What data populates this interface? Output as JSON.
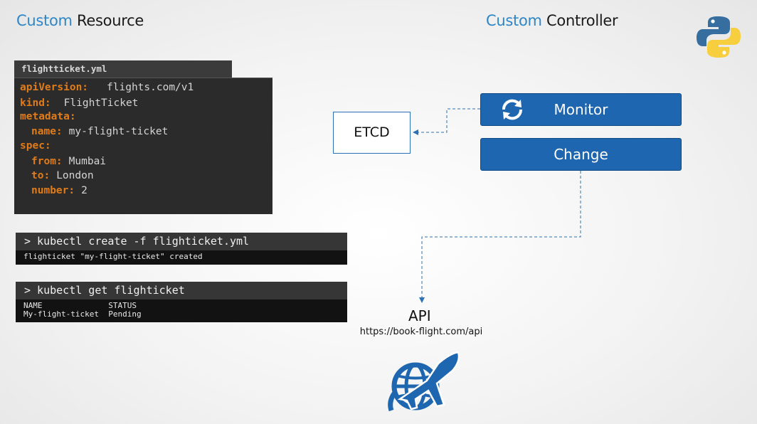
{
  "titles": {
    "left_accent": "Custom",
    "left_rest": "Resource",
    "right_accent": "Custom",
    "right_rest": "Controller"
  },
  "file": {
    "name": "flightticket.yml",
    "lines": [
      {
        "key": "apiVersion:",
        "value": "flights.com/v1"
      },
      {
        "key": "kind:",
        "value": "FlightTicket"
      },
      {
        "key": "metadata:",
        "value": ""
      },
      {
        "key": "name:",
        "value": "my-flight-ticket"
      },
      {
        "key": "spec:",
        "value": ""
      },
      {
        "key": "from:",
        "value": "Mumbai"
      },
      {
        "key": "to:",
        "value": "London"
      },
      {
        "key": "number:",
        "value": "2"
      }
    ]
  },
  "terminal_create": {
    "command": "> kubectl create -f flighticket.yml",
    "output": "flighticket \"my-flight-ticket\" created"
  },
  "terminal_get": {
    "command": "> kubectl get flighticket",
    "header": "NAME              STATUS",
    "row": "My-flight-ticket  Pending"
  },
  "etcd": {
    "label": "ETCD"
  },
  "controller": {
    "monitor_label": "Monitor",
    "change_label": "Change"
  },
  "api": {
    "label": "API",
    "url": "https://book-flight.com/api"
  },
  "icons": {
    "logo": "python-logo",
    "sync": "sync-icon",
    "plane": "plane-globe-icon"
  },
  "colors": {
    "accent": "#2f86c8",
    "button": "#1e66b0",
    "yaml_key": "#e07b1a",
    "python_blue": "#366f9f",
    "python_yellow": "#f7cf3e"
  }
}
